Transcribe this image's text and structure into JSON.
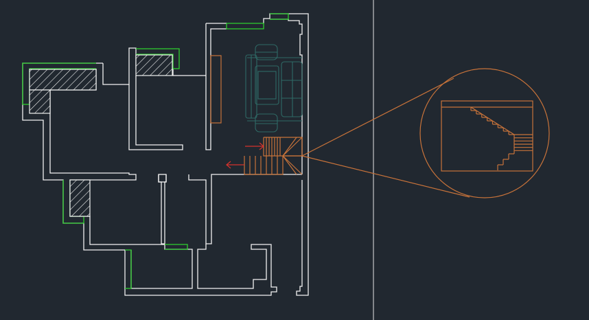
{
  "viewport": {
    "background": "#212830",
    "colors": {
      "wall": "#f2f2f2",
      "window": "#2fd12f",
      "detail": "#c8733a",
      "furniture": "#2f6a66",
      "direction_arrow": "#d8322c",
      "divider": "#e6e6e6"
    }
  },
  "elements": {
    "floor_plan": "floor-plan",
    "staircase": "staircase",
    "sofa_set": "sofa-set",
    "detail_callout": "stair-detail-callout",
    "divider": "viewport-divider"
  },
  "stair": {
    "upper_flight_treads": 6,
    "lower_flight_treads": 6,
    "detail_steps": 8,
    "detail_landing_treads": 5
  }
}
